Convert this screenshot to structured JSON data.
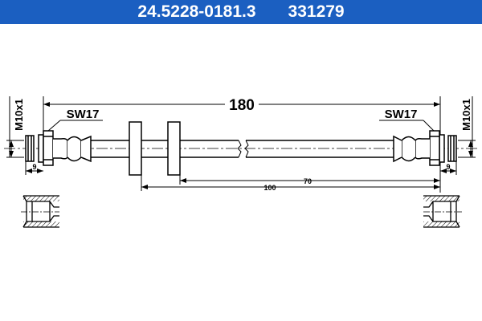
{
  "header": {
    "part_number": "24.5228-0181.3",
    "reference_number": "331279",
    "background_color": "#1b5fc1"
  },
  "drawing": {
    "total_length": "180",
    "dim_70": "70",
    "dim_100": "100",
    "thread_left": "M10x1",
    "thread_right": "M10x1",
    "wrench_left": "SW17",
    "wrench_right": "SW17",
    "thread_len_left": "9",
    "thread_len_right": "9"
  }
}
